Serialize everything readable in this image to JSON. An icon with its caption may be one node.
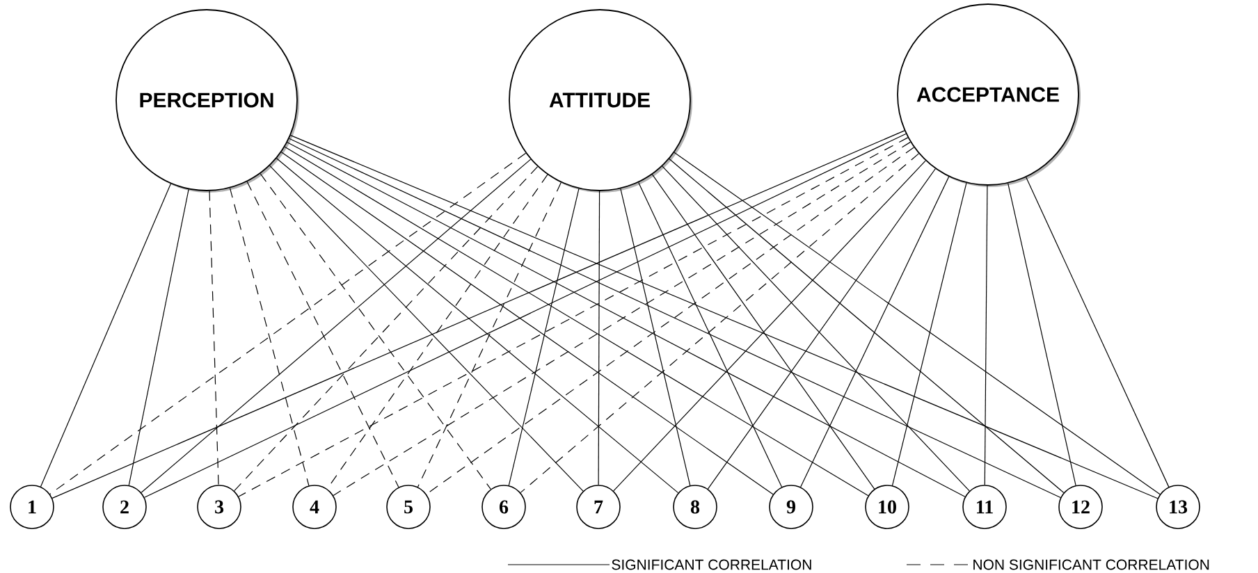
{
  "diagram": {
    "nodes": [
      {
        "text": [
          "PERCEPTION"
        ]
      },
      {
        "text": [
          "ATTITUDE"
        ]
      },
      {
        "text": [
          "ACCEPTANCE"
        ]
      },
      {
        "text": [
          "1"
        ]
      },
      {
        "text": [
          "2"
        ]
      },
      {
        "text": [
          "3"
        ]
      },
      {
        "text": [
          "4"
        ]
      },
      {
        "text": [
          "5"
        ]
      },
      {
        "text": [
          "6"
        ]
      },
      {
        "text": [
          "7"
        ]
      },
      {
        "text": [
          "8"
        ]
      },
      {
        "text": [
          "9"
        ]
      },
      {
        "text": [
          "10"
        ]
      },
      {
        "text": [
          "11"
        ]
      },
      {
        "text": [
          "12"
        ]
      },
      {
        "text": [
          "13"
        ]
      }
    ],
    "edges": [
      {
        "from": 0,
        "to": 3,
        "arrow": "none"
      },
      {
        "from": 0,
        "to": 4,
        "arrow": "none"
      },
      {
        "from": 0,
        "to": 5,
        "arrow": "none",
        "style": "dashed"
      },
      {
        "from": 0,
        "to": 6,
        "arrow": "none",
        "style": "dashed"
      },
      {
        "from": 0,
        "to": 7,
        "arrow": "none",
        "style": "dashed"
      },
      {
        "from": 0,
        "to": 8,
        "arrow": "none",
        "style": "dashed"
      },
      {
        "from": 0,
        "to": 9,
        "arrow": "none"
      },
      {
        "from": 0,
        "to": 10,
        "arrow": "none"
      },
      {
        "from": 0,
        "to": 11,
        "arrow": "none"
      },
      {
        "from": 0,
        "to": 12,
        "arrow": "none"
      },
      {
        "from": 0,
        "to": 13,
        "arrow": "none"
      },
      {
        "from": 0,
        "to": 14,
        "arrow": "none"
      },
      {
        "from": 0,
        "to": 15,
        "arrow": "none"
      },
      {
        "from": 1,
        "to": 3,
        "arrow": "none",
        "style": "dashed"
      },
      {
        "from": 1,
        "to": 4,
        "arrow": "none"
      },
      {
        "from": 1,
        "to": 5,
        "arrow": "none",
        "style": "dashed"
      },
      {
        "from": 1,
        "to": 6,
        "arrow": "none",
        "style": "dashed"
      },
      {
        "from": 1,
        "to": 7,
        "arrow": "none",
        "style": "dashed"
      },
      {
        "from": 1,
        "to": 8,
        "arrow": "none"
      },
      {
        "from": 1,
        "to": 9,
        "arrow": "none"
      },
      {
        "from": 1,
        "to": 10,
        "arrow": "none"
      },
      {
        "from": 1,
        "to": 11,
        "arrow": "none"
      },
      {
        "from": 1,
        "to": 12,
        "arrow": "none"
      },
      {
        "from": 1,
        "to": 13,
        "arrow": "none"
      },
      {
        "from": 1,
        "to": 14,
        "arrow": "none"
      },
      {
        "from": 1,
        "to": 15,
        "arrow": "none"
      },
      {
        "from": 2,
        "to": 3,
        "arrow": "none"
      },
      {
        "from": 2,
        "to": 4,
        "arrow": "none"
      },
      {
        "from": 2,
        "to": 5,
        "arrow": "none",
        "style": "dashed"
      },
      {
        "from": 2,
        "to": 6,
        "arrow": "none",
        "style": "dashed"
      },
      {
        "from": 2,
        "to": 7,
        "arrow": "none",
        "style": "dashed"
      },
      {
        "from": 2,
        "to": 8,
        "arrow": "none",
        "style": "dashed"
      },
      {
        "from": 2,
        "to": 9,
        "arrow": "none"
      },
      {
        "from": 2,
        "to": 10,
        "arrow": "none"
      },
      {
        "from": 2,
        "to": 11,
        "arrow": "none"
      },
      {
        "from": 2,
        "to": 12,
        "arrow": "none"
      },
      {
        "from": 2,
        "to": 13,
        "arrow": "none"
      },
      {
        "from": 2,
        "to": 14,
        "arrow": "none"
      },
      {
        "from": 2,
        "to": 15,
        "arrow": "none"
      }
    ],
    "legend": [
      {
        "text": "SIGNIFICANT  CORRELATION"
      },
      {
        "text": "NON SIGNIFICANT  CORRELATION"
      }
    ]
  }
}
